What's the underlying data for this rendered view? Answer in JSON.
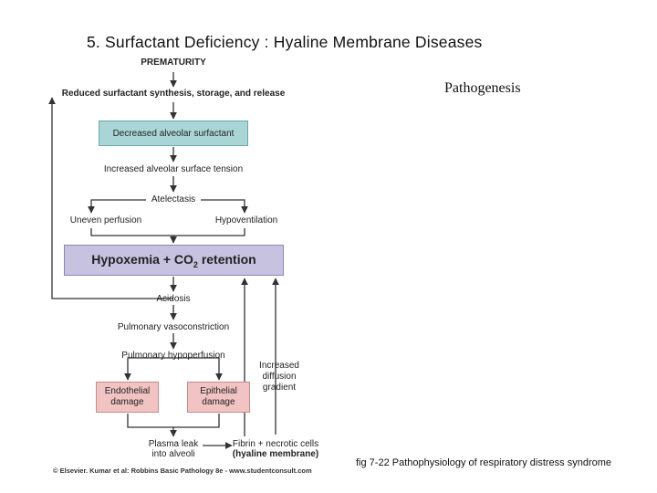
{
  "slide": {
    "title": "5.  Surfactant Deficiency : Hyaline Membrane Diseases",
    "subtitle": "Pathogenesis",
    "caption": "fig 7-22 Pathophysiology of respiratory distress syndrome"
  },
  "diagram": {
    "prematurity": "PREMATURITY",
    "reduced_synthesis": "Reduced surfactant synthesis, storage, and release",
    "decreased_surfactant": "Decreased alveolar surfactant",
    "surface_tension": "Increased alveolar surface tension",
    "atelectasis": "Atelectasis",
    "uneven_perfusion": "Uneven perfusion",
    "hypoventilation": "Hypoventilation",
    "hypoxemia_pre": "Hypoxemia + CO",
    "hypoxemia_sub": "2",
    "hypoxemia_post": " retention",
    "acidosis": "Acidosis",
    "vasoconstriction": "Pulmonary vasoconstriction",
    "hypoperfusion": "Pulmonary hypoperfusion",
    "endothelial_1": "Endothelial",
    "endothelial_2": "damage",
    "epithelial_1": "Epithelial",
    "epithelial_2": "damage",
    "diffusion_1": "Increased",
    "diffusion_2": "diffusion",
    "diffusion_3": "gradient",
    "plasma_1": "Plasma leak",
    "plasma_2": "into alveoli",
    "fibrin_1": "Fibrin + necrotic cells",
    "fibrin_2": "(hyaline membrane)",
    "credit": "© Elsevier. Kumar et al: Robbins Basic Pathology 8e - www.studentconsult.com"
  },
  "colors": {
    "surfactant_box": "#a9d5d6",
    "hypoxemia_box": "#c7c2e0",
    "damage_box": "#f2c3c3",
    "arrow": "#333333"
  }
}
